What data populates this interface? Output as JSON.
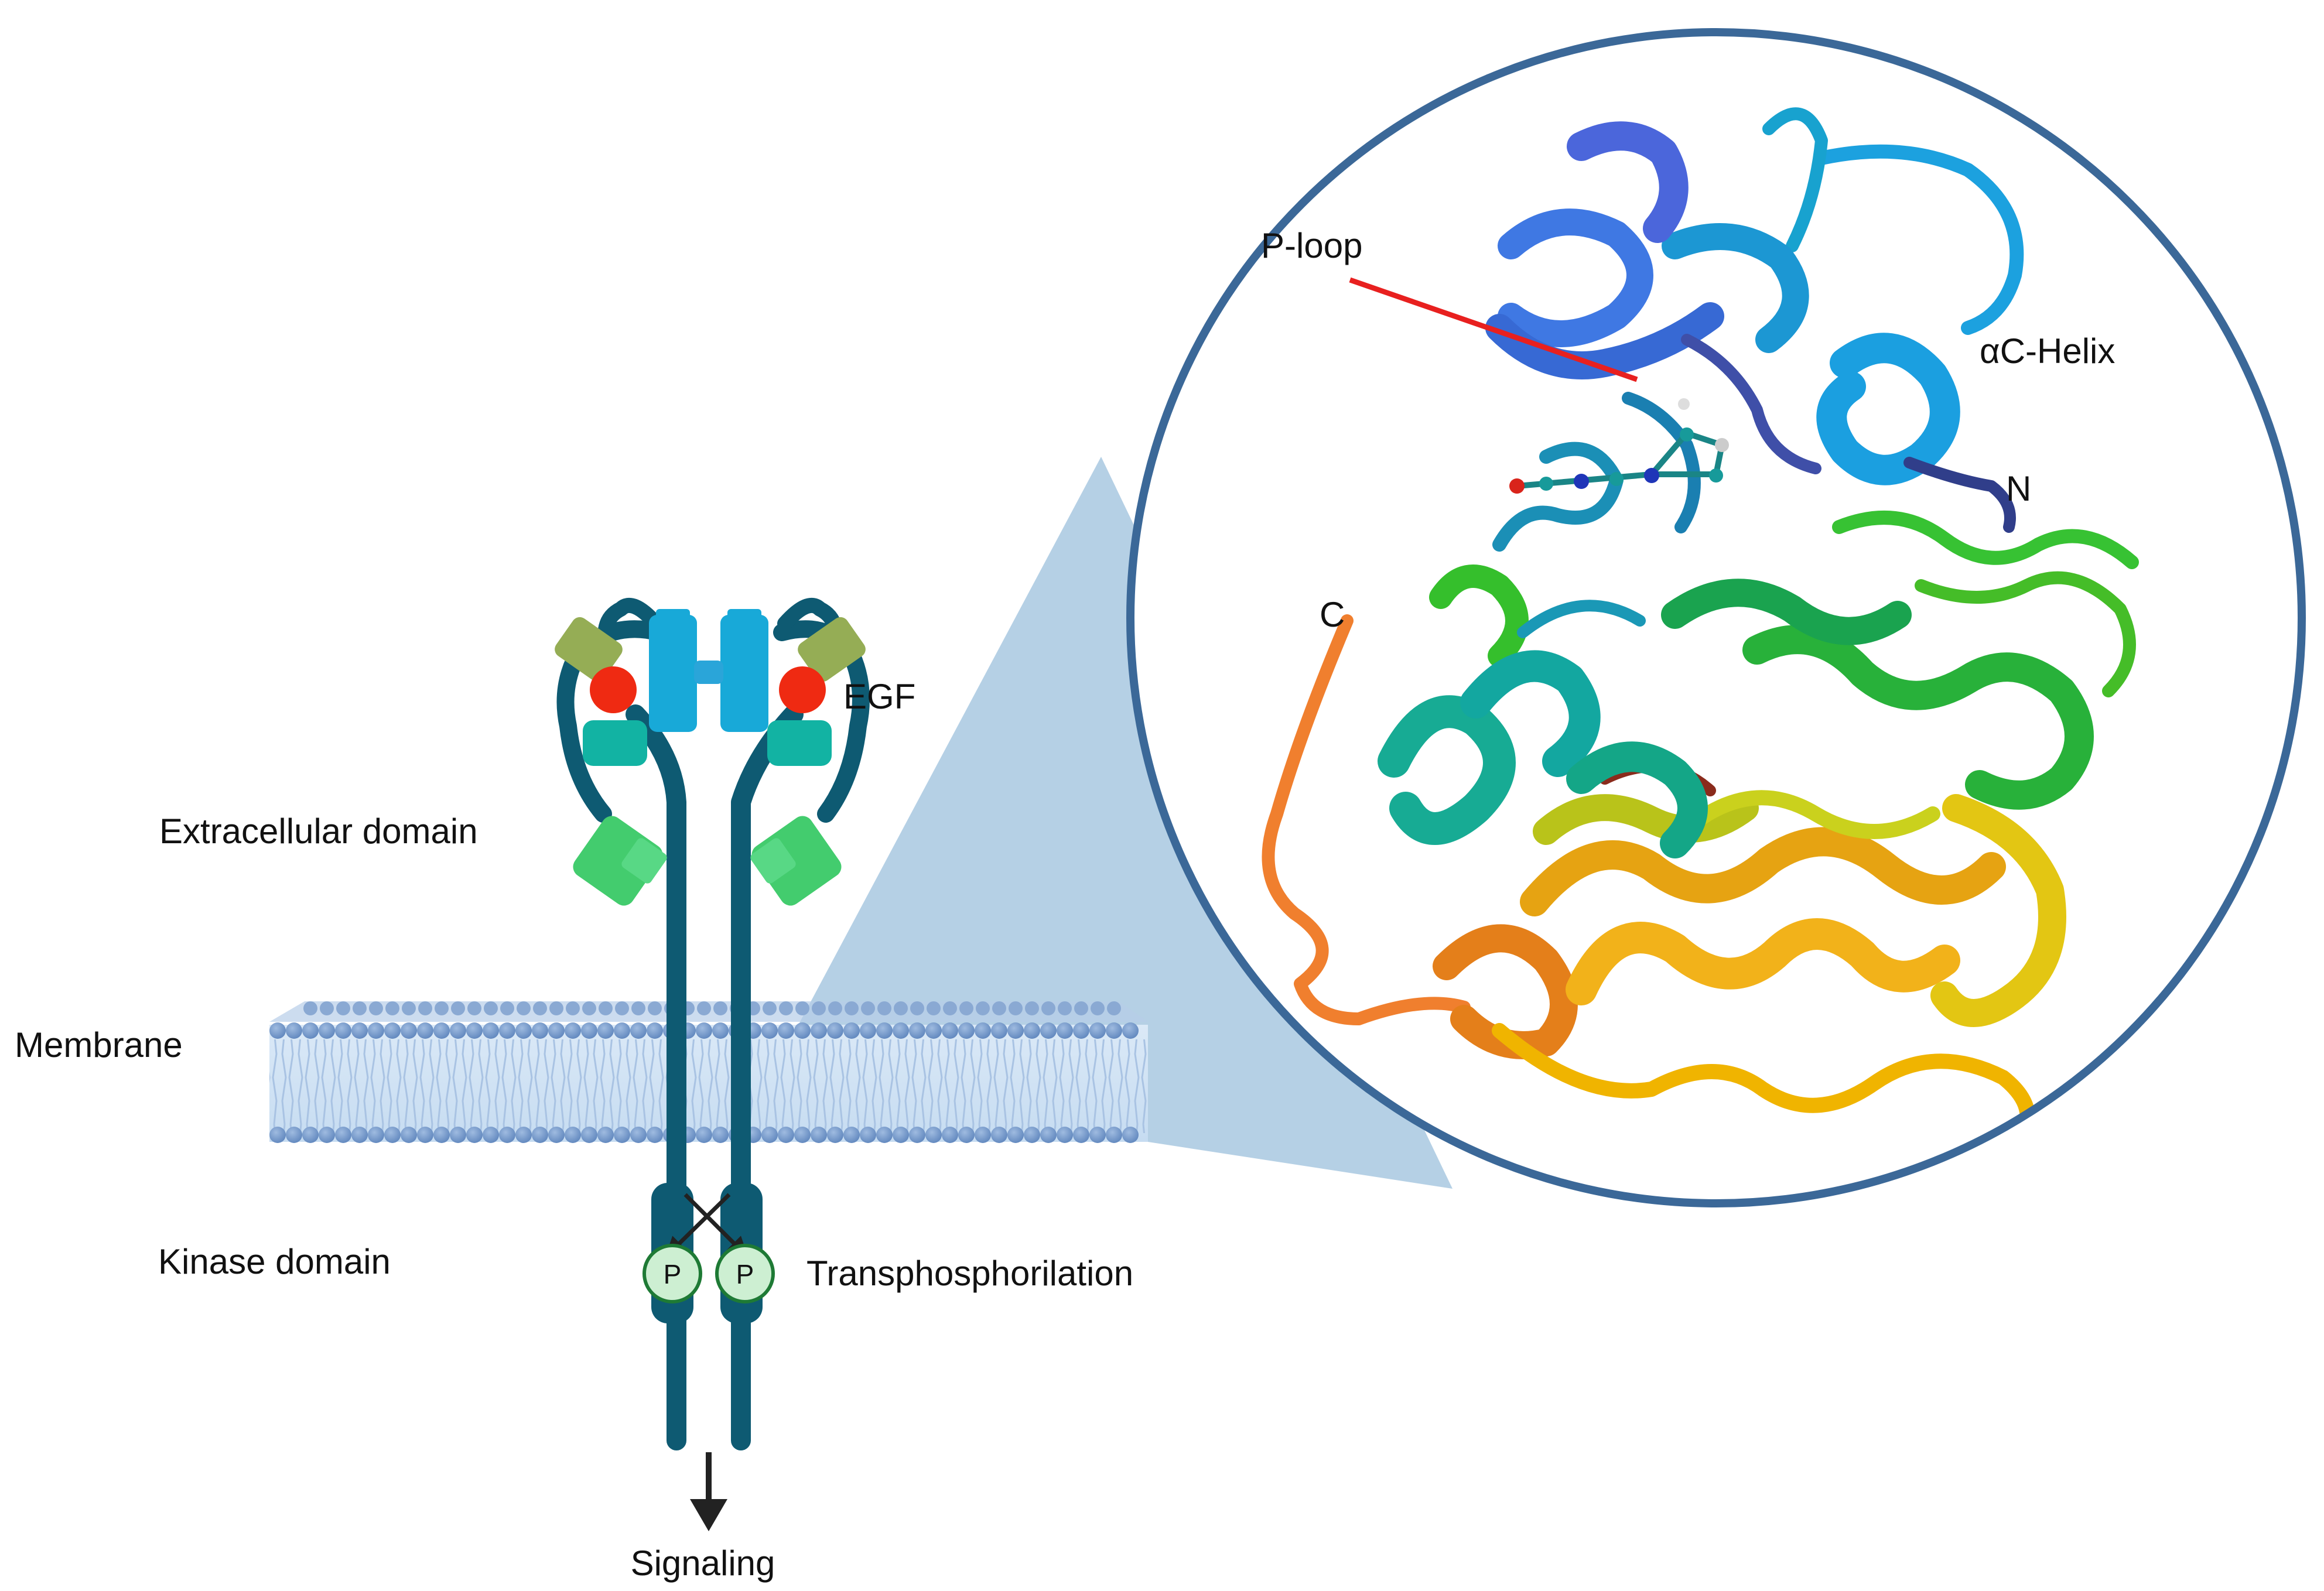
{
  "labels": {
    "egf": "EGF",
    "extracellular": "Extracellular domain",
    "membrane": "Membrane",
    "kinase": "Kinase domain",
    "transphosphorylation": "Transphosphorilation",
    "signaling": "Signaling",
    "p_loop": "P-loop",
    "ac_helix": "αC-Helix",
    "n_term": "N",
    "c_term": "C",
    "phospho_left": "P",
    "phospho_right": "P"
  },
  "colors": {
    "receptor_stalk": "#0e5a72",
    "dimer_arm": "#18a9d8",
    "ligand_binding": "#95ad55",
    "egf_ligand": "#ef2a12",
    "cys_rich": "#12b3a3",
    "juxta_domain": "#43cc6e",
    "membrane": "#7f9fc8",
    "membrane_fill": "#cfe3f6",
    "zoom_cone": "#a8c8e1",
    "zoom_circle": "#3b6898",
    "p_loop_pointer": "#e8201f",
    "phosphate_fill": "#cdefd2",
    "phosphate_ring": "#1e7a35",
    "arrow": "#222222"
  },
  "icons": {
    "phosphate": "circle-P-icon",
    "signal_arrow": "down-arrow-icon",
    "protein_structure": "ribbon-structure-icon"
  }
}
